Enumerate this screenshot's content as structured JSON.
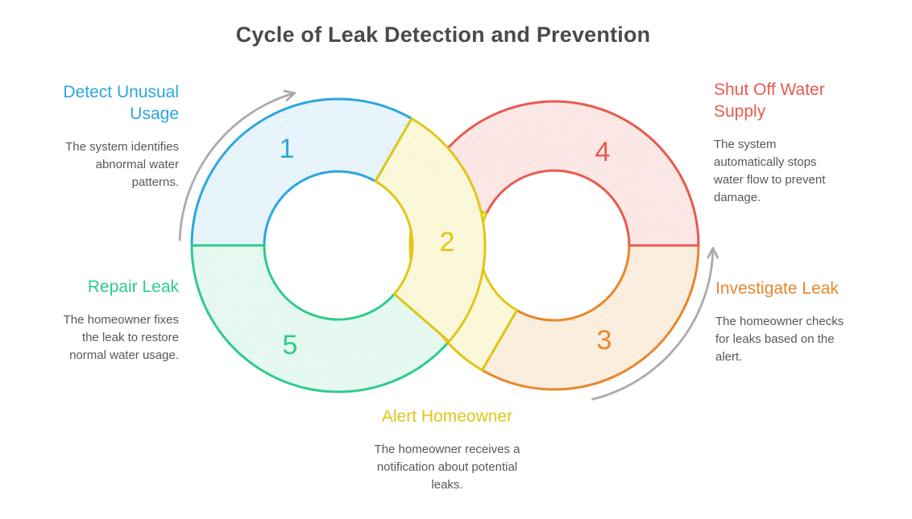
{
  "title": "Cycle of Leak Detection and Prevention",
  "diagram": {
    "steps": [
      {
        "number": "1",
        "label": "Detect Unusual Usage",
        "description": "The system identifies abnormal water patterns.",
        "color": "#2BA7E0",
        "fill": "#E7F4FB"
      },
      {
        "number": "2",
        "label": "Alert Homeowner",
        "description": "The homeowner receives a notification about potential leaks.",
        "color": "#E0C716",
        "fill": "#FBF7D9"
      },
      {
        "number": "3",
        "label": "Investigate Leak",
        "description": "The homeowner checks for leaks based on the alert.",
        "color": "#E8872A",
        "fill": "#FAEEDF"
      },
      {
        "number": "4",
        "label": "Shut Off Water Supply",
        "description": "The system automatically stops water flow to prevent damage.",
        "color": "#E85A4F",
        "fill": "#FBE7E5"
      },
      {
        "number": "5",
        "label": "Repair Leak",
        "description": "The homeowner fixes the leak to restore normal water usage.",
        "color": "#2FCB8D",
        "fill": "#E6F9F0"
      }
    ],
    "arrow_color": "#ABABAB"
  }
}
